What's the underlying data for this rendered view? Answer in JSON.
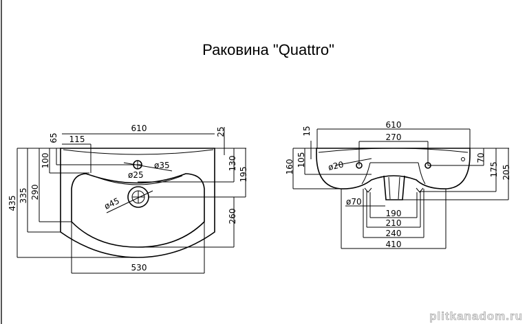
{
  "title": "Раковина  \"Quattro\"",
  "watermark": "plitkanadom.ru",
  "top_view": {
    "dims": {
      "w610": "610",
      "d65": "65",
      "d115": "115",
      "d25": "25",
      "d100": "100",
      "dia35": "ø35",
      "dia25": "ø25",
      "d130": "130",
      "d195": "195",
      "d435": "435",
      "d335": "335",
      "d290": "290",
      "dia45": "ø45",
      "d260": "260",
      "w530": "530"
    }
  },
  "front_view": {
    "dims": {
      "w610": "610",
      "w270": "270",
      "d15": "15",
      "d160": "160",
      "d105": "105",
      "dia20": "ø20",
      "d70": "70",
      "d175": "175",
      "d205": "205",
      "dia70": "ø70",
      "w190": "190",
      "w210": "210",
      "w240": "240",
      "w410": "410"
    }
  }
}
